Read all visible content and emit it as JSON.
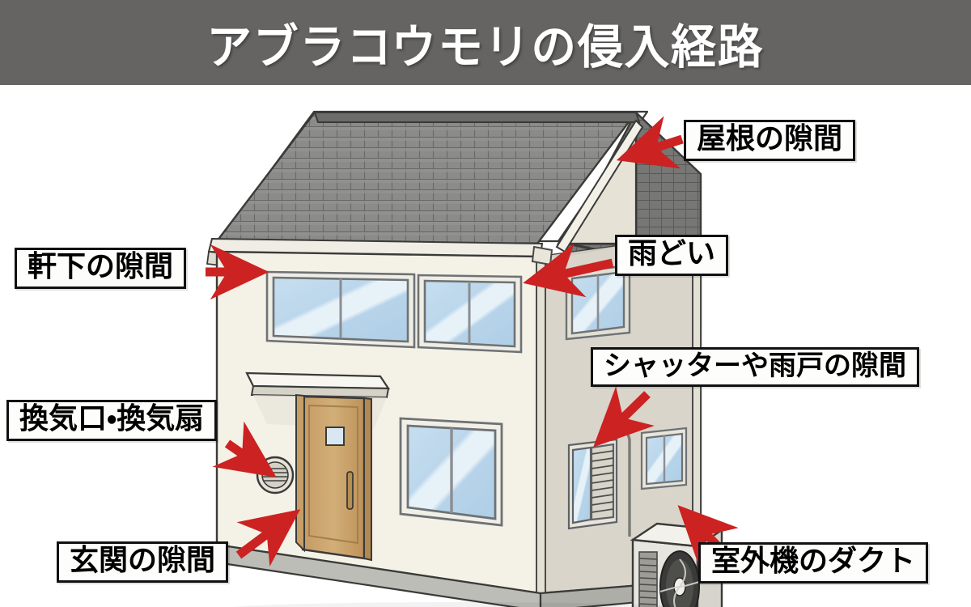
{
  "header": {
    "title": "アブラコウモリの侵入経路",
    "background_color": "#656463",
    "text_color": "#ffffff"
  },
  "illustration": {
    "subject": "two-story japanese house cutaway showing bat entry points",
    "colors": {
      "front_wall": "#F4F1E6",
      "side_wall": "#D9D5CB",
      "roof_tile": "#8B8B89",
      "roof_tile_dark": "#5E5E5C",
      "roof_ridge": "#6E6E6C",
      "window_glass": "#BFD9EC",
      "window_frame": "#6E7276",
      "door_wood": "#C9A169",
      "foundation": "#BDBDB8",
      "ac_unit": "#EDECE8",
      "outline": "#3A3A38",
      "arrow_red": "#CC2222"
    },
    "parts": {
      "roof": "tiled gable roof",
      "gable": "front gable end",
      "gutter": "downspout and eaves gutter",
      "door": "wooden entrance door with canopy",
      "vent": "round wall vent with louvers",
      "windows": "sliding aluminum sash windows",
      "shutter_window": "window with closed louvered shutter",
      "ac_outdoor_unit": "air conditioner outdoor unit with fan"
    }
  },
  "callouts": [
    {
      "id": "roof-gap",
      "label": "屋根の隙間",
      "target": "roof ridge right end"
    },
    {
      "id": "eaves-gap",
      "label": "軒下の隙間",
      "target": "left eaves soffit"
    },
    {
      "id": "gutter",
      "label": "雨どい",
      "target": "gutter corner"
    },
    {
      "id": "shutter-gap",
      "label": "シャッターや雨戸の隙間",
      "target": "louvered shutter window"
    },
    {
      "id": "vent",
      "label": "換気口・換気扇",
      "target": "round wall vent"
    },
    {
      "id": "entrance-gap",
      "label": "玄関の隙間",
      "target": "entrance door base"
    },
    {
      "id": "duct",
      "label": "室外機のダクト",
      "target": "ac outdoor unit"
    }
  ]
}
